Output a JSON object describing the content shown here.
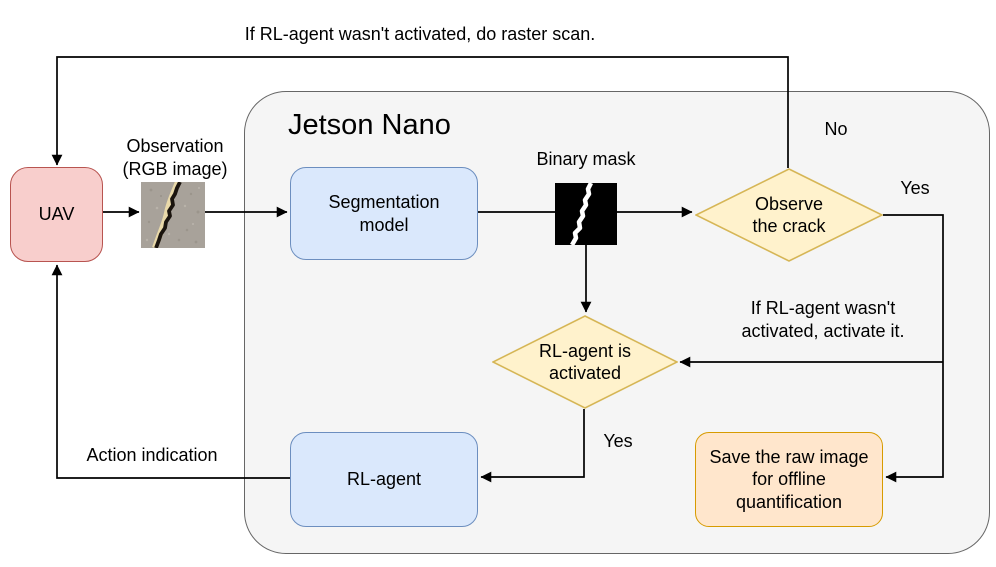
{
  "diagram": {
    "container": {
      "label": "Jetson Nano"
    },
    "nodes": {
      "uav": {
        "label": "UAV"
      },
      "segmentation": {
        "label": "Segmentation\nmodel"
      },
      "observe": {
        "label": "Observe\nthe crack"
      },
      "rl_check": {
        "label": "RL-agent is\nactivated"
      },
      "rl_agent": {
        "label": "RL-agent"
      },
      "save": {
        "label": "Save the raw image\nfor offline\nquantification"
      }
    },
    "annotations": {
      "raster_scan": "If RL-agent wasn't activated, do raster scan.",
      "observation": "Observation\n(RGB image)",
      "binary_mask": "Binary mask",
      "no": "No",
      "yes_right": "Yes",
      "yes_bottom": "Yes",
      "activate_note": "If RL-agent wasn't\nactivated, activate it.",
      "action_indication": "Action indication"
    },
    "images": {
      "observation": "pavement-crack-rgb-photo",
      "binary_mask": "crack-binary-mask"
    },
    "colors": {
      "uav_fill": "#f8cecc",
      "uav_stroke": "#b85450",
      "model_fill": "#dae8fc",
      "model_stroke": "#6c8ebf",
      "decision_fill": "#fff2cc",
      "decision_stroke": "#d6b656",
      "save_fill": "#ffe6cc",
      "save_stroke": "#d79b00",
      "container_fill": "#f5f5f5",
      "container_stroke": "#666666",
      "connector": "#000000"
    }
  }
}
